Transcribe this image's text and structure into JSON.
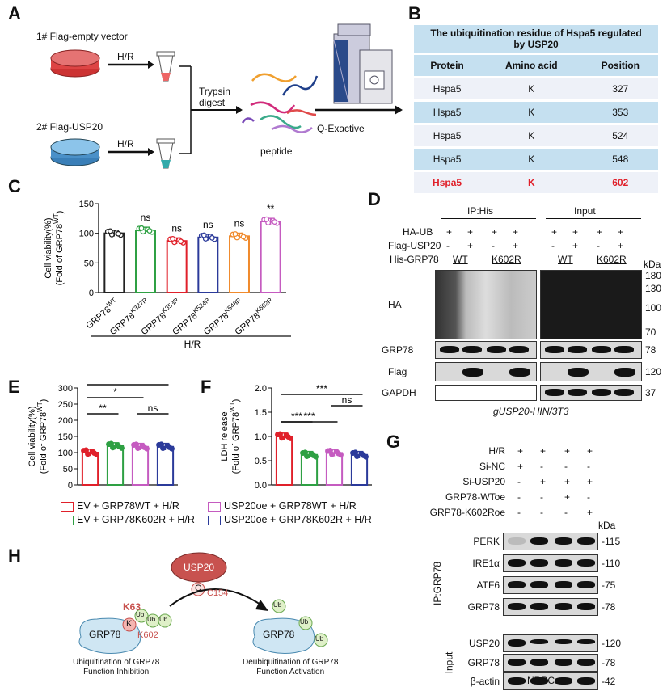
{
  "panels": {
    "A": "A",
    "B": "B",
    "C": "C",
    "D": "D",
    "E": "E",
    "F": "F",
    "G": "G",
    "H": "H"
  },
  "panelA": {
    "cond1": "1# Flag-empty vector",
    "cond2": "2# Flag-USP20",
    "hr": "H/R",
    "trypsin": "Trypsin\ndigest",
    "peptide": "peptide",
    "instrument": "Q-Exactive"
  },
  "panelB": {
    "title": "The ubiquitination residue of Hspa5 regulated by USP20",
    "headers": [
      "Protein",
      "Amino acid",
      "Position"
    ],
    "rows": [
      [
        "Hspa5",
        "K",
        "327"
      ],
      [
        "Hspa5",
        "K",
        "353"
      ],
      [
        "Hspa5",
        "K",
        "524"
      ],
      [
        "Hspa5",
        "K",
        "548"
      ],
      [
        "Hspa5",
        "K",
        "602"
      ]
    ],
    "highlight_color": "#e0202a"
  },
  "chart_data": [
    {
      "panel": "C",
      "type": "bar",
      "ylabel": "Cell viability(%) (Fold of GRP78WT)",
      "ylim": [
        0,
        150
      ],
      "yticks": [
        0,
        50,
        100,
        150
      ],
      "categories": [
        "GRP78WT",
        "GRP78K327R",
        "GRP78K353R",
        "GRP78K524R",
        "GRP78K548R",
        "GRP78K602R"
      ],
      "values": [
        100,
        105,
        87,
        93,
        95,
        120
      ],
      "significance": [
        "",
        "ns",
        "ns",
        "ns",
        "ns",
        "**"
      ],
      "colors": [
        "#222222",
        "#2ea043",
        "#e0202a",
        "#2b3a9a",
        "#f08a2c",
        "#c55bc0"
      ],
      "xgroup_label": "H/R"
    },
    {
      "panel": "E",
      "type": "bar",
      "ylabel": "Cell viability(%) (Fold of GRP78WT)",
      "ylim": [
        0,
        300
      ],
      "yticks": [
        0,
        50,
        100,
        150,
        200,
        250,
        300
      ],
      "categories": [
        "EV + GRP78WT + H/R",
        "EV + GRP78K602R + H/R",
        "USP20oe + GRP78WT + H/R",
        "USP20oe + GRP78K602R + H/R"
      ],
      "values": [
        100,
        120,
        118,
        118
      ],
      "colors": [
        "#e0202a",
        "#2ea043",
        "#c55bc0",
        "#2b3a9a"
      ],
      "comparisons": [
        [
          "**",
          0,
          1
        ],
        [
          "*",
          0,
          2
        ],
        [
          "ns",
          2,
          3
        ],
        [
          "*",
          0,
          3
        ]
      ]
    },
    {
      "panel": "F",
      "type": "bar",
      "ylabel": "LDH release (Fold of GRP78WT)",
      "ylim": [
        0,
        2.0
      ],
      "yticks": [
        "0.0",
        "0.5",
        "1.0",
        "1.5",
        "2.0"
      ],
      "categories": [
        "EV + GRP78WT + H/R",
        "EV + GRP78K602R + H/R",
        "USP20oe + GRP78WT + H/R",
        "USP20oe + GRP78K602R + H/R"
      ],
      "values": [
        1.0,
        0.62,
        0.66,
        0.62
      ],
      "colors": [
        "#e0202a",
        "#2ea043",
        "#c55bc0",
        "#2b3a9a"
      ],
      "comparisons": [
        [
          "***",
          0,
          1
        ],
        [
          "ns",
          2,
          3
        ],
        [
          "***",
          0,
          2
        ],
        [
          "***",
          0,
          3
        ]
      ]
    }
  ],
  "legendEF": [
    {
      "text": "EV + GRP78WT + H/R",
      "color": "#e0202a"
    },
    {
      "text": "EV + GRP78K602R + H/R",
      "color": "#2ea043"
    },
    {
      "text": "USP20oe + GRP78WT + H/R",
      "color": "#c55bc0"
    },
    {
      "text": "USP20oe + GRP78K602R + H/R",
      "color": "#2b3a9a"
    }
  ],
  "panelD": {
    "ip_label": "IP:His",
    "input_label": "Input",
    "row_labels": [
      "HA-UB",
      "Flag-USP20",
      "His-GRP78"
    ],
    "ha_ub": [
      "+",
      "+",
      "+",
      "+",
      "+",
      "+",
      "+",
      "+"
    ],
    "flag": [
      "-",
      "+",
      "-",
      "+",
      "-",
      "+",
      "-",
      "+"
    ],
    "his": [
      "WT",
      "K602R",
      "WT",
      "K602R"
    ],
    "blot_labels": [
      "HA",
      "GRP78",
      "Flag",
      "GAPDH"
    ],
    "kda": "kDa",
    "markers": [
      "180",
      "130",
      "100",
      "70",
      "78",
      "120",
      "37"
    ],
    "caption": "gUSP20-HIN/3T3"
  },
  "panelG": {
    "rows": [
      {
        "label": "H/R",
        "vals": [
          "+",
          "+",
          "+",
          "+"
        ]
      },
      {
        "label": "Si-NC",
        "vals": [
          "+",
          "-",
          "-",
          "-"
        ]
      },
      {
        "label": "Si-USP20",
        "vals": [
          "-",
          "+",
          "+",
          "+"
        ]
      },
      {
        "label": "GRP78-WToe",
        "vals": [
          "-",
          "-",
          "+",
          "-"
        ]
      },
      {
        "label": "GRP78-K602Roe",
        "vals": [
          "-",
          "-",
          "-",
          "+"
        ]
      }
    ],
    "kda": "kDa",
    "ip_group": "IP:GRP78",
    "input_group": "Input",
    "blots": [
      {
        "label": "PERK",
        "marker": "115"
      },
      {
        "label": "IRE1α",
        "marker": "110"
      },
      {
        "label": "ATF6",
        "marker": "75"
      },
      {
        "label": "GRP78",
        "marker": "78"
      },
      {
        "label": "USP20",
        "marker": "120"
      },
      {
        "label": "GRP78",
        "marker": "78"
      },
      {
        "label": "β-actin",
        "marker": "42"
      }
    ],
    "caption": "NRPCs"
  },
  "panelH": {
    "usp20": "USP20",
    "c154": "C154",
    "c": "C",
    "k63": "K63",
    "k": "K",
    "k602": "K602",
    "ub": "Ub",
    "grp78": "GRP78",
    "left_caption": "Ubiquitination of GRP78\nFunction Inhibition",
    "right_caption": "Deubiquitination of GRP78\nFunction Activation"
  }
}
